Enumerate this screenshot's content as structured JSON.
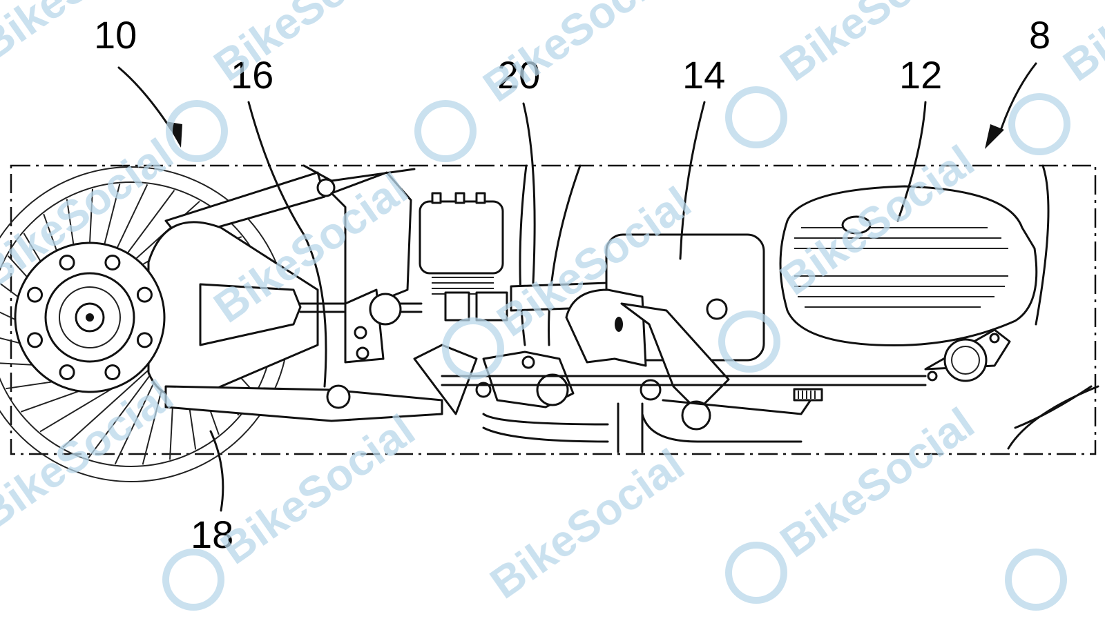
{
  "figure": {
    "reference_numerals": [
      "10",
      "16",
      "20",
      "14",
      "12",
      "8",
      "18"
    ],
    "watermark": {
      "text": "BikeSocial",
      "color": "#b9d7ea"
    }
  }
}
